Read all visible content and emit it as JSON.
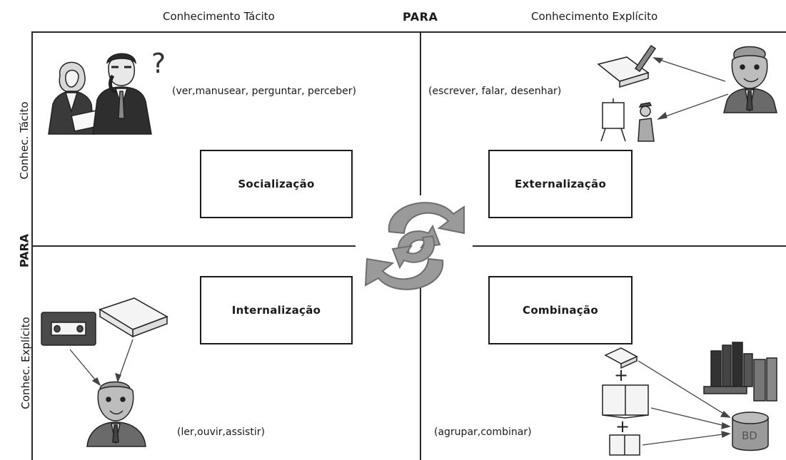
{
  "header": {
    "left": "Conhecimento Tácito",
    "center": "PARA",
    "right": "Conhecimento Explícito"
  },
  "side": {
    "top": "Conhec. Tácito",
    "middle": "PARA",
    "bottom": "Conhec. Explícito"
  },
  "quadrants": {
    "top_left": {
      "title": "Socialização",
      "verbs": "(ver,manusear, perguntar, perceber)"
    },
    "top_right": {
      "title": "Externalização",
      "verbs": "(escrever, falar, desenhar)"
    },
    "bottom_left": {
      "title": "Internalização",
      "verbs": "(ler,ouvir,assistir)"
    },
    "bottom_right": {
      "title": "Combinação",
      "verbs": "(agrupar,combinar)"
    }
  },
  "icons": {
    "question_mark": "?",
    "plus": "+",
    "database_label": "BD"
  }
}
